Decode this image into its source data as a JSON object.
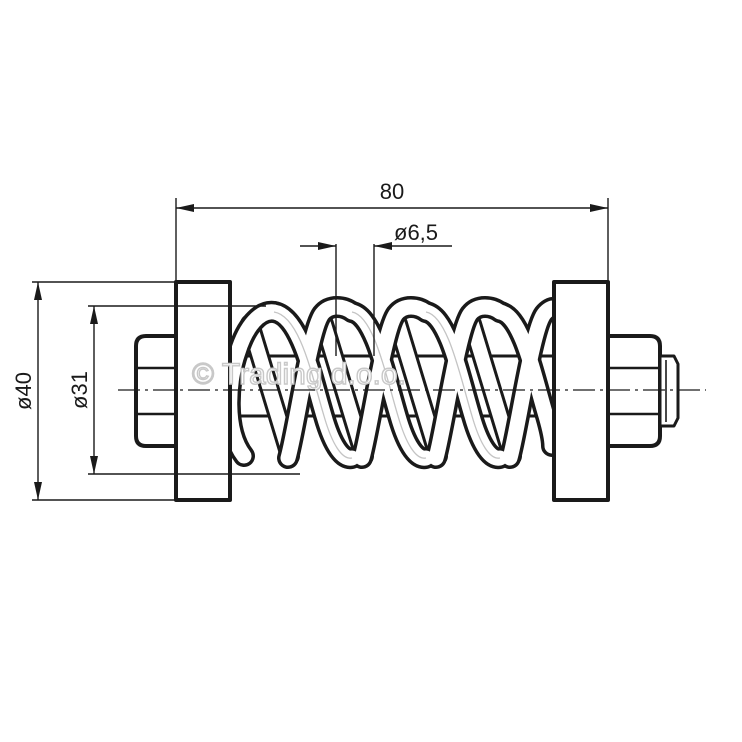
{
  "drawing": {
    "dimensions": {
      "overall_length": "80",
      "wire_diameter": "ø6,5",
      "washer_diameter": "ø40",
      "spring_diameter": "ø31"
    },
    "watermark": "© Trading d.o.o.",
    "colors": {
      "line": "#1a1a1a",
      "background": "#ffffff",
      "watermark": "#c8c8c8"
    }
  }
}
